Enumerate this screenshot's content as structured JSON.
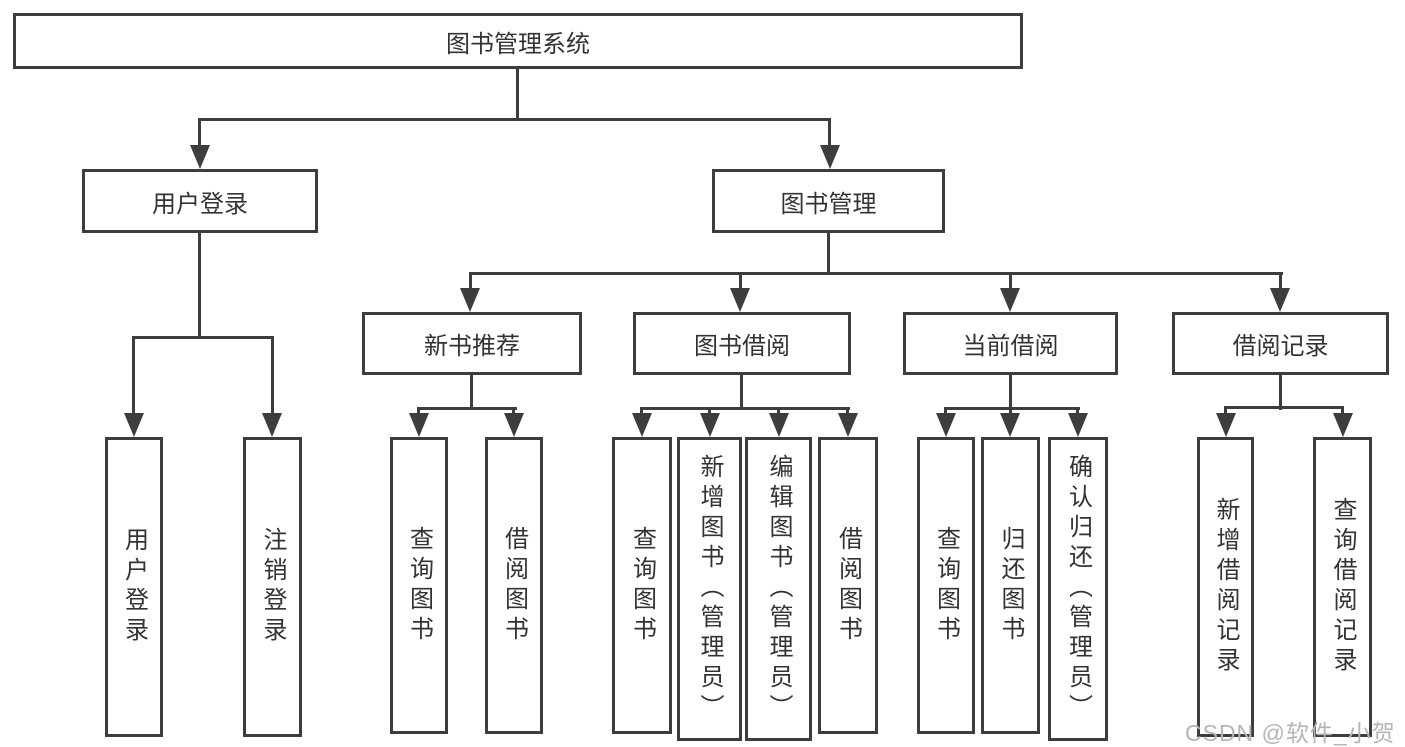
{
  "tree": {
    "root": "图书管理系统",
    "children": [
      {
        "label": "用户登录",
        "children": [
          {
            "label": "用户登录"
          },
          {
            "label": "注销登录"
          }
        ]
      },
      {
        "label": "图书管理",
        "children": [
          {
            "label": "新书推荐",
            "children": [
              {
                "label": "查询图书"
              },
              {
                "label": "借阅图书"
              }
            ]
          },
          {
            "label": "图书借阅",
            "children": [
              {
                "label": "查询图书"
              },
              {
                "label": "新增图书（管理员）"
              },
              {
                "label": "编辑图书（管理员）"
              },
              {
                "label": "借阅图书"
              }
            ]
          },
          {
            "label": "当前借阅",
            "children": [
              {
                "label": "查询图书"
              },
              {
                "label": "归还图书"
              },
              {
                "label": "确认归还（管理员）"
              }
            ]
          },
          {
            "label": "借阅记录",
            "children": [
              {
                "label": "新增借阅记录"
              },
              {
                "label": "查询借阅记录"
              }
            ]
          }
        ]
      }
    ]
  },
  "watermark": {
    "text": "CSDN @软件_小贺同学"
  },
  "colors": {
    "line": "#3d3d3d",
    "text": "#333333",
    "watermark": "#b5b5b5",
    "background": "#ffffff"
  }
}
